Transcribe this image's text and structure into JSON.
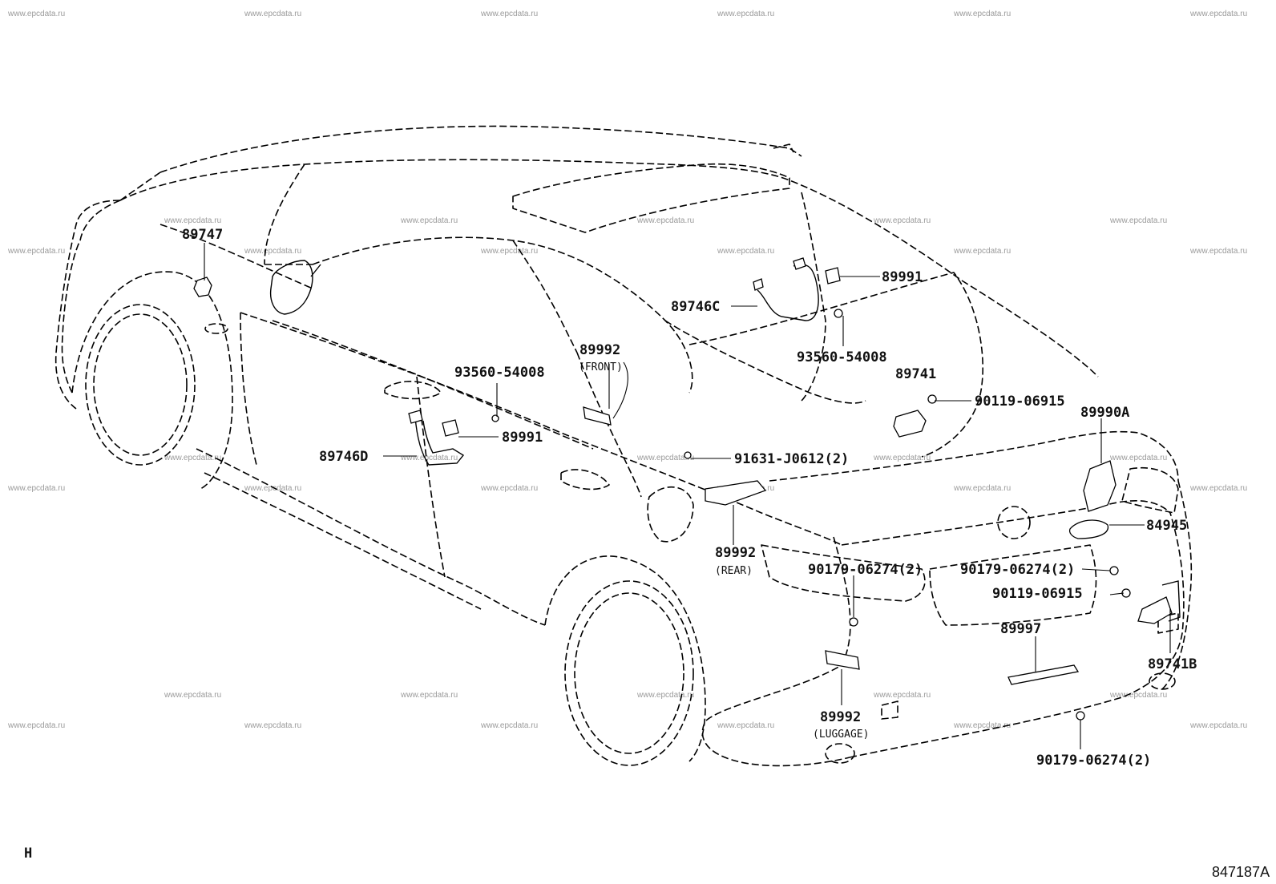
{
  "diagram": {
    "corner_mark": "H",
    "illustration_code": "847187A",
    "watermark_text": "www.epcdata.ru",
    "parts": [
      {
        "id": "p89747",
        "label": "89747",
        "sub": ""
      },
      {
        "id": "p89991a",
        "label": "89991",
        "sub": ""
      },
      {
        "id": "p89746c",
        "label": "89746C",
        "sub": ""
      },
      {
        "id": "p93560a",
        "label": "93560-54008",
        "sub": ""
      },
      {
        "id": "p89741",
        "label": "89741",
        "sub": ""
      },
      {
        "id": "p90119a",
        "label": "90119-06915",
        "sub": ""
      },
      {
        "id": "p89992front",
        "label": "89992",
        "sub": "(FRONT)"
      },
      {
        "id": "p93560b",
        "label": "93560-54008",
        "sub": ""
      },
      {
        "id": "p89991b",
        "label": "89991",
        "sub": ""
      },
      {
        "id": "p89746d",
        "label": "89746D",
        "sub": ""
      },
      {
        "id": "p91631",
        "label": "91631-J0612(2)",
        "sub": ""
      },
      {
        "id": "p89990a",
        "label": "89990A",
        "sub": ""
      },
      {
        "id": "p84945",
        "label": "84945",
        "sub": ""
      },
      {
        "id": "p89992rear",
        "label": "89992",
        "sub": "(REAR)"
      },
      {
        "id": "p90179a",
        "label": "90179-06274(2)",
        "sub": ""
      },
      {
        "id": "p90179b",
        "label": "90179-06274(2)",
        "sub": ""
      },
      {
        "id": "p90119b",
        "label": "90119-06915",
        "sub": ""
      },
      {
        "id": "p89997",
        "label": "89997",
        "sub": ""
      },
      {
        "id": "p89741b",
        "label": "89741B",
        "sub": ""
      },
      {
        "id": "p89992lug",
        "label": "89992",
        "sub": "(LUGGAGE)"
      },
      {
        "id": "p90179c",
        "label": "90179-06274(2)",
        "sub": ""
      }
    ]
  }
}
